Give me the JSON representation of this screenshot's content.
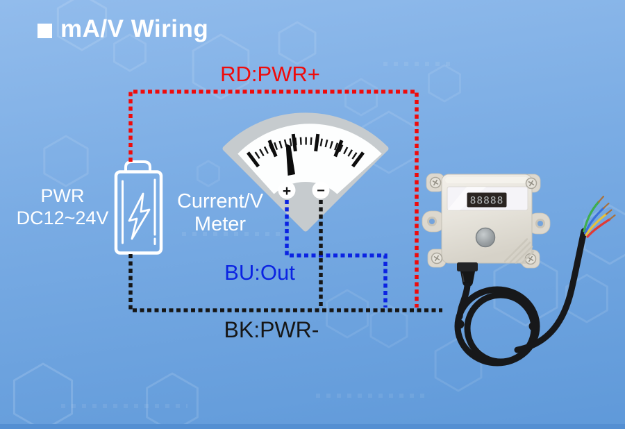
{
  "title": {
    "text": "mA/V Wiring"
  },
  "battery": {
    "label_line1": "PWR",
    "label_line2": "DC12~24V"
  },
  "meter": {
    "label_line1": "Current/V",
    "label_line2": "Meter",
    "terminal_plus": "+",
    "terminal_minus": "−"
  },
  "wires": {
    "red": {
      "label": "RD:PWR+",
      "color": "#ef0b0b"
    },
    "blue": {
      "label": "BU:Out",
      "color": "#0b23e2"
    },
    "black": {
      "label": "BK:PWR-",
      "color": "#161616"
    }
  },
  "sensor": {
    "display_value": "88888"
  },
  "colors": {
    "background_top": "#92bcec",
    "background_bottom": "#5f99d9",
    "meter_body": "#c6cbce",
    "meter_dial": "#fdfefe",
    "device_body": "#e9e6de",
    "cable": "#17181a",
    "breakout_wires": [
      "#3fae4e",
      "#3a70d8",
      "#e5c23d",
      "#e03a35"
    ]
  }
}
